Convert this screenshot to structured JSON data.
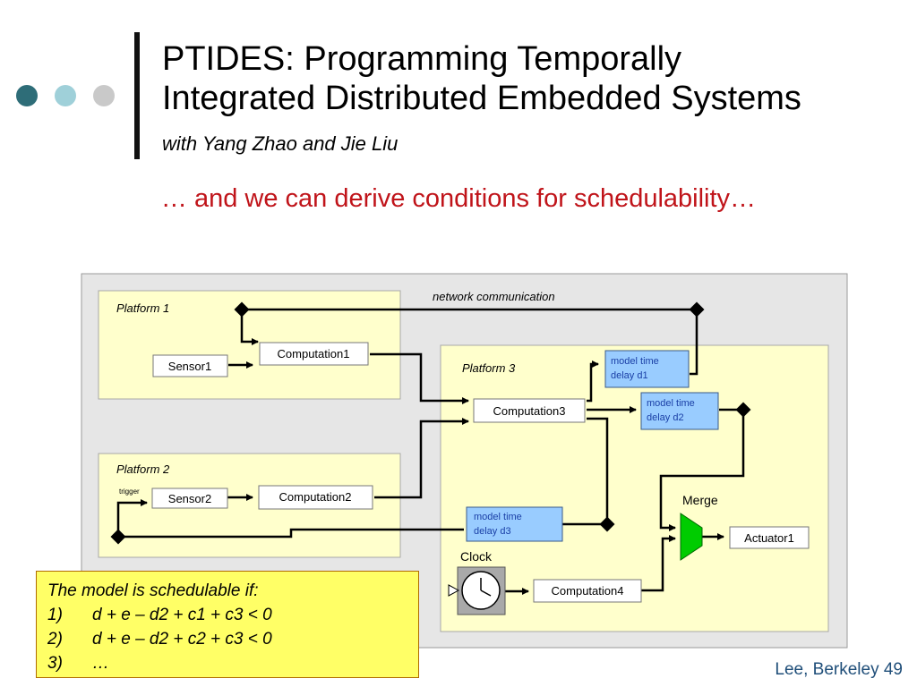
{
  "slide": {
    "title_line1": "PTIDES: Programming Temporally",
    "title_line2": "Integrated Distributed Embedded Systems",
    "subtitle": "with Yang Zhao and Jie Liu",
    "subheading": "… and we can derive conditions for schedulability…",
    "footer": "Lee, Berkeley 49"
  },
  "diagram": {
    "network_label": "network communication",
    "platform1": "Platform 1",
    "platform2": "Platform 2",
    "platform3": "Platform 3",
    "sensor1": "Sensor1",
    "sensor2": "Sensor2",
    "computation1": "Computation1",
    "computation2": "Computation2",
    "computation3": "Computation3",
    "computation4": "Computation4",
    "delay_d1_line1": "model time",
    "delay_d1_line2": "delay d1",
    "delay_d2_line1": "model time",
    "delay_d2_line2": "delay d2",
    "delay_d3_line1": "model time",
    "delay_d3_line2": "delay d3",
    "merge": "Merge",
    "clock": "Clock",
    "actuator1": "Actuator1",
    "trigger": "trigger"
  },
  "conditions": {
    "intro": "The model is schedulable if:",
    "items": [
      {
        "num": "1)",
        "text": "d + e – d2 + c1 + c3 < 0"
      },
      {
        "num": "2)",
        "text": "d + e – d2 + c2 + c3 < 0"
      },
      {
        "num": "3)",
        "text": "…"
      }
    ]
  },
  "colors": {
    "title_dark_dot": "#2e6d78",
    "title_light_dot": "#9fd0d9",
    "title_grey_dot": "#c9c9c9",
    "subheading": "#c0141a",
    "platform_fill": "#ffffcc",
    "delay_fill": "#99ccff",
    "merge_fill": "#00cc00",
    "condition_fill": "#ffff66",
    "footer": "#1f4e79"
  }
}
